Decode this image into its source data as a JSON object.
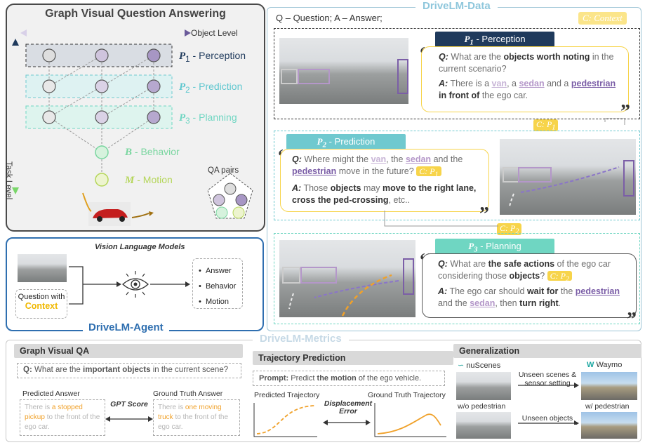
{
  "gvqa": {
    "title": "Graph Visual Question Answering",
    "object_level": "Object Level",
    "task_level": "Task Level",
    "levels": [
      {
        "sym": "P",
        "sub": "1",
        "name": "Perception"
      },
      {
        "sym": "P",
        "sub": "2",
        "name": "Prediction"
      },
      {
        "sym": "P",
        "sub": "3",
        "name": "Planning"
      },
      {
        "sym": "B",
        "sub": "",
        "name": "Behavior"
      },
      {
        "sym": "M",
        "sub": "",
        "name": "Motion"
      }
    ],
    "qa_pairs": "QA pairs"
  },
  "agent": {
    "title": "DriveLM-Agent",
    "vlm": "Vision Language Models",
    "question_prefix": "Question with",
    "context": "Context",
    "outputs": [
      "Answer",
      "Behavior",
      "Motion"
    ]
  },
  "data": {
    "title": "DriveLM-Data",
    "legend": "Q – Question; A – Answer;",
    "context_tag": "C: Context",
    "p1": {
      "bar": "- Perception",
      "q_label": "Q:",
      "q_a": "What are the",
      "q_b": "objects worth noting",
      "q_c": "in the current scenario?",
      "a_label": "A:",
      "a_a": "There is a",
      "van": "van",
      "a_b": ", a",
      "sedan": "sedan",
      "a_c": "and a",
      "ped": "pedestrian",
      "a_d": "in front of",
      "a_e": "the ego car."
    },
    "p2": {
      "bar": "- Prediction",
      "q_label": "Q:",
      "q_a": "Where might the",
      "van": "van",
      "q_b": ", the",
      "sedan": "sedan",
      "q_c": "and the",
      "ped": "pedestrian",
      "q_d": "move in the future?",
      "a_label": "A:",
      "a_a": "Those",
      "a_b": "objects",
      "a_c": "may",
      "a_d": "move to the right lane, cross the ped-crossing",
      "a_e": ", etc.."
    },
    "p3": {
      "bar": "- Planning",
      "q_label": "Q:",
      "q_a": "What are",
      "q_b": "the safe actions",
      "q_c": "of the ego car considering those",
      "q_d": "objects",
      "q_e": "?",
      "a_label": "A:",
      "a_a": "The ego car should",
      "a_b": "wait for",
      "a_c": "the",
      "ped": "pedestrian",
      "a_d": "and the",
      "sedan": "sedan",
      "a_e": ", then",
      "a_f": "turn right",
      "a_g": "."
    },
    "ctx_p1": "C: P",
    "ctx_p2": "C: P"
  },
  "metrics": {
    "title": "DriveLM-Metrics",
    "gvqa": {
      "head": "Graph Visual QA",
      "q_label": "Q:",
      "q_a": "What are the",
      "q_b": "important objects",
      "q_c": "in the current scene?",
      "pred_head": "Predicted Answer",
      "gt_head": "Ground Truth Answer",
      "pred_a": "There is",
      "pred_b": "a stopped pickup",
      "pred_c": "to the front of the ego car.",
      "gt_a": "There is",
      "gt_b": "one moving truck",
      "gt_c": "to the front of the ego car.",
      "score": "GPT Score"
    },
    "traj": {
      "head": "Trajectory Prediction",
      "prompt_label": "Prompt:",
      "prompt_a": "Predict",
      "prompt_b": "the motion",
      "prompt_c": "of the ego vehicle.",
      "pred_head": "Predicted Trajectory",
      "gt_head": "Ground Truth Trajectory",
      "err": "Displacement Error"
    },
    "gen": {
      "head": "Generalization",
      "nuscenes": "nuScenes",
      "waymo": "Waymo",
      "unseen_scenes": "Unseen scenes & sensor setting",
      "wo_ped": "w/o pedestrian",
      "w_ped": "w/ pedestrian",
      "unseen_objects": "Unseen objects"
    }
  },
  "colors": {
    "perception": "#1f3a5c",
    "prediction": "#5fc7cf",
    "planning": "#6fd6c2",
    "behavior": "#7ad6a0",
    "motion": "#b5d65a",
    "context": "#f7d44a",
    "agent_blue": "#2f6fb0"
  }
}
